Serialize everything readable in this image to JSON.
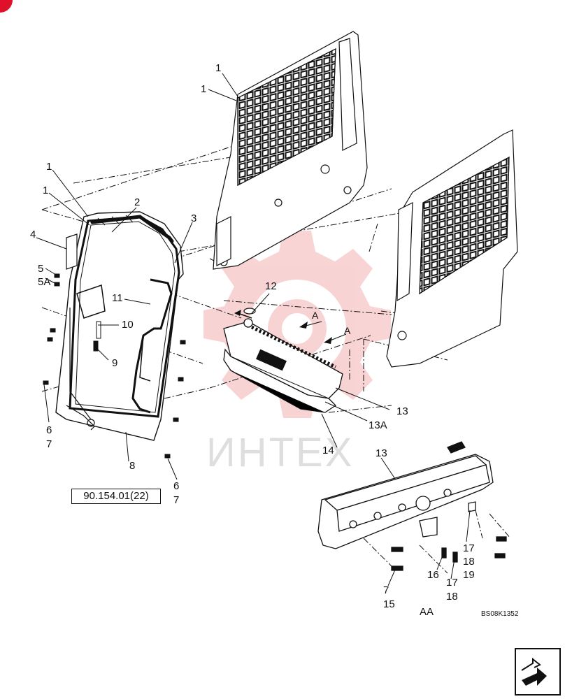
{
  "reference": "90.154.01(22)",
  "drawing_code": "BS08K1352",
  "detail_label": "AA",
  "watermark": "ИНТЕХ",
  "callouts": {
    "c1a": "1",
    "c1b": "1",
    "c1c": "1",
    "c1d": "1",
    "c2": "2",
    "c3": "3",
    "c4": "4",
    "c5": "5",
    "c5a": "5A",
    "c6a": "6",
    "c7a": "7",
    "c6b": "6",
    "c7b": "7",
    "c8": "8",
    "c9": "9",
    "c10": "10",
    "c11": "11",
    "c12": "12",
    "cA1": "A",
    "cA2": "A",
    "c13a": "13",
    "c13A": "13A",
    "c14": "14",
    "c13b": "13",
    "c17a": "17",
    "c18a": "18",
    "c19": "19",
    "c16": "16",
    "c17b": "17",
    "c18b": "18",
    "c7c": "7",
    "c15": "15"
  },
  "icons": {
    "nav": "next-page-arrow-icon",
    "corner": "corner-marker-icon"
  },
  "colors": {
    "line": "#111111",
    "watermark": "#e23b3b",
    "corner": "#e0102a"
  }
}
